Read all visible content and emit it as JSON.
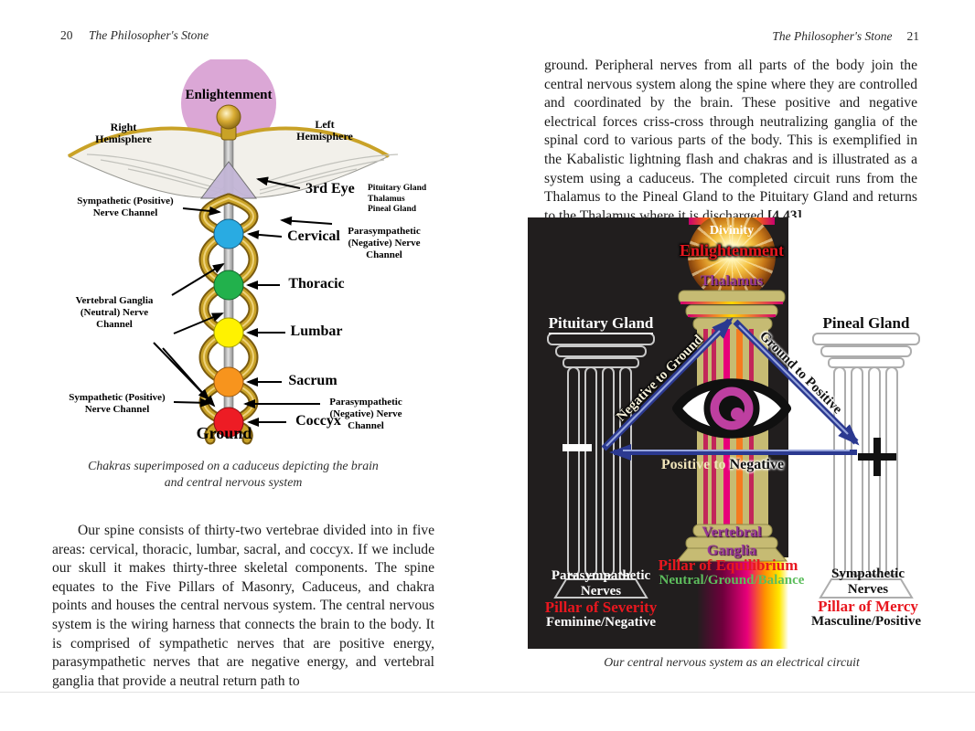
{
  "left_page": {
    "page_number": "20",
    "running_title": "The Philosopher's Stone",
    "diagram": {
      "enlightenment": "Enlightenment",
      "right_hemisphere_1": "Right",
      "right_hemisphere_2": "Hemisphere",
      "left_hemisphere_1": "Left",
      "left_hemisphere_2": "Hemisphere",
      "third_eye": "3rd Eye",
      "gland_stack_1": "Pituitary Gland",
      "gland_stack_2": "Thalamus",
      "gland_stack_3": "Pineal Gland",
      "sympathetic_top_1": "Sympathetic (Positive)",
      "sympathetic_top_2": "Nerve Channel",
      "parasympathetic_top_1": "Parasympathetic",
      "parasympathetic_top_2": "(Negative) Nerve",
      "parasympathetic_top_3": "Channel",
      "vertebral_1": "Vertebral Ganglia",
      "vertebral_2": "(Neutral) Nerve",
      "vertebral_3": "Channel",
      "sympathetic_bottom_1": "Sympathetic (Positive)",
      "sympathetic_bottom_2": "Nerve Channel",
      "parasympathetic_bottom_1": "Parasympathetic",
      "parasympathetic_bottom_2": "(Negative) Nerve",
      "parasympathetic_bottom_3": "Channel",
      "ground": "Ground",
      "chakras": [
        {
          "name": "Cervical",
          "color": "#29ABE2"
        },
        {
          "name": "Thoracic",
          "color": "#22B14C"
        },
        {
          "name": "Lumbar",
          "color": "#FFF200"
        },
        {
          "name": "Sacrum",
          "color": "#F7941D"
        },
        {
          "name": "Coccyx",
          "color": "#ED1C24"
        }
      ],
      "caption_1": "Chakras superimposed on a caduceus depicting the brain",
      "caption_2": "and central nervous system"
    },
    "paragraph": "Our spine consists of thirty-two vertebrae divided into in five areas: cervical, thoracic, lumbar, sacral, and coccyx. If we include our skull it makes thirty-three skeletal components. The spine equates to the Five Pillars of Masonry, Caduceus, and chakra points and houses the central nervous system. The central nervous system is the wiring harness that connects the brain to the body. It is comprised of sympathetic nerves that are positive energy, parasympathetic nerves that are negative energy, and vertebral ganglia that provide a neutral return path to"
  },
  "right_page": {
    "page_number": "21",
    "running_title": "The Philosopher's Stone",
    "paragraph": "ground. Peripheral nerves from all parts of the body join the central nervous system along the spine where they are controlled and coordinated by the brain. These positive and negative electrical forces criss-cross through neutralizing ganglia of the spinal cord to various parts of the body. This is exemplified in the Kabalistic lightning flash and chakras and is illustrated as a system using a caduceus. The completed circuit runs from the Thalamus to the Pineal Gland to the Pituitary Gland and returns to the Thalamus where it is discharged.",
    "citation": "[4.43]",
    "diagram": {
      "divinity": "Divinity",
      "enlightenment": "Enlightenment",
      "thalamus": "Thalamus",
      "pituitary_gland": "Pituitary Gland",
      "pineal_gland": "Pineal Gland",
      "negative_to_ground": "Negative to Ground",
      "ground_to_positive": "Ground to Positive",
      "positive_to": "Positive to ",
      "negative_word": "Negative",
      "vertebral_1": "Vertebral",
      "vertebral_2": "Ganglia",
      "pillar_equilibrium": "Pillar of Equilibrium",
      "neutral_line": "Neutral/Ground/Balance",
      "parasympathetic_1": "Parasympathetic",
      "parasympathetic_2": "Nerves",
      "pillar_severity": "Pillar of Severity",
      "feminine": "Feminine/Negative",
      "sympathetic_1": "Sympathetic",
      "sympathetic_2": "Nerves",
      "pillar_mercy": "Pillar of Mercy",
      "masculine": "Masculine/Positive",
      "caption": "Our central nervous system as an electrical circuit",
      "colors": {
        "background_black": "#211E1E",
        "pillar_khaki": "#C6BB73",
        "label_red": "#E8171F",
        "label_green": "#5DBE5D",
        "label_purple": "#963896",
        "arrow_blue": "#2B3990",
        "eye_iris": "#BE3FA0"
      }
    }
  }
}
